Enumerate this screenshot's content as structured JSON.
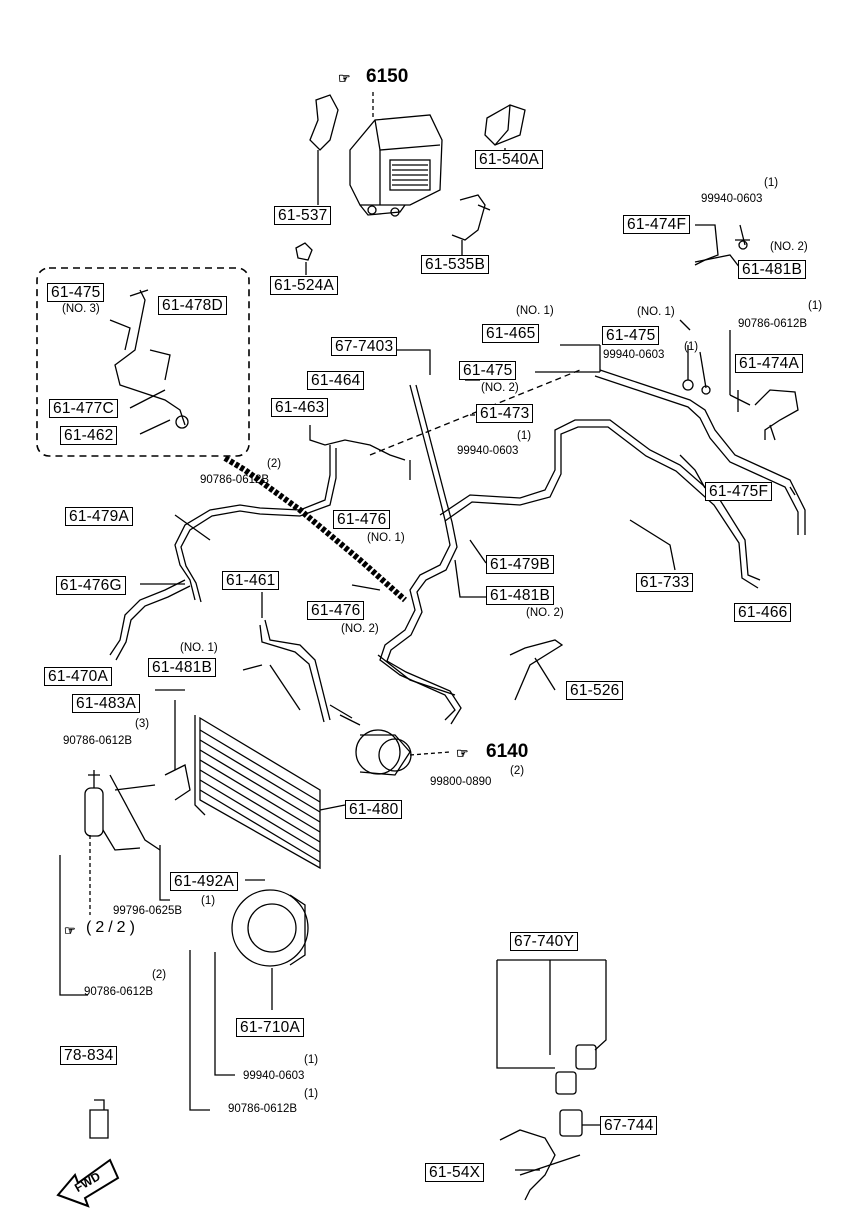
{
  "parts": {
    "p6150": "6150",
    "p6140": "6140",
    "p61540A": "61-540A",
    "p61537": "61-537",
    "p61535B": "61-535B",
    "p61524A": "61-524A",
    "p61474F": "61-474F",
    "p61481B_a": "61-481B",
    "p61474A": "61-474A",
    "p61475_a": "61-475",
    "p61478D": "61-478D",
    "p61477C": "61-477C",
    "p61462": "61-462",
    "p677403": "67-7403",
    "p61465": "61-465",
    "p61475_b": "61-475",
    "p61464": "61-464",
    "p61475_c": "61-475",
    "p61463": "61-463",
    "p61473": "61-473",
    "p61475F": "61-475F",
    "p61479A": "61-479A",
    "p61476_a": "61-476",
    "p61479B": "61-479B",
    "p61476G": "61-476G",
    "p61733": "61-733",
    "p61461": "61-461",
    "p61481B_b": "61-481B",
    "p61466": "61-466",
    "p61476_b": "61-476",
    "p61470A": "61-470A",
    "p61481B_c": "61-481B",
    "p61526": "61-526",
    "p61483A": "61-483A",
    "p61480": "61-480",
    "p61492A": "61-492A",
    "p677740Y": "67-740Y",
    "p61710A": "61-710A",
    "p78834": "78-834",
    "p67744": "67-744",
    "p6154X": "61-54X"
  },
  "notes": {
    "n1_a": "(1)",
    "n99940_a": "99940-0603",
    "no2_a": "(NO. 2)",
    "no3": "(NO. 3)",
    "no1_a": "(NO. 1)",
    "no1_b": "(NO. 1)",
    "n1_b": "(1)",
    "n90786_a": "90786-0612B",
    "n99940_b": "99940-0603",
    "n1_c": "(1)",
    "no2_b": "(NO. 2)",
    "n1_d": "(1)",
    "n99940_c": "99940-0603",
    "n2_a": "(2)",
    "n90786_b": "90786-0612B",
    "no1_c": "(NO. 1)",
    "no2_c": "(NO. 2)",
    "no2_d": "(NO. 2)",
    "no1_d": "(NO. 1)",
    "n3": "(3)",
    "n90786_c": "90786-0612B",
    "n99800": "99800-0890",
    "n2_b": "(2)",
    "n99796": "99796-0625B",
    "n1_e": "(1)",
    "n2_c": "(2)",
    "n90786_d": "90786-0612B",
    "n1_f": "(1)",
    "n99940_d": "99940-0603",
    "n1_g": "(1)",
    "n90786_e": "90786-0612B",
    "page": "(2/2)",
    "fwd": "FWD"
  }
}
